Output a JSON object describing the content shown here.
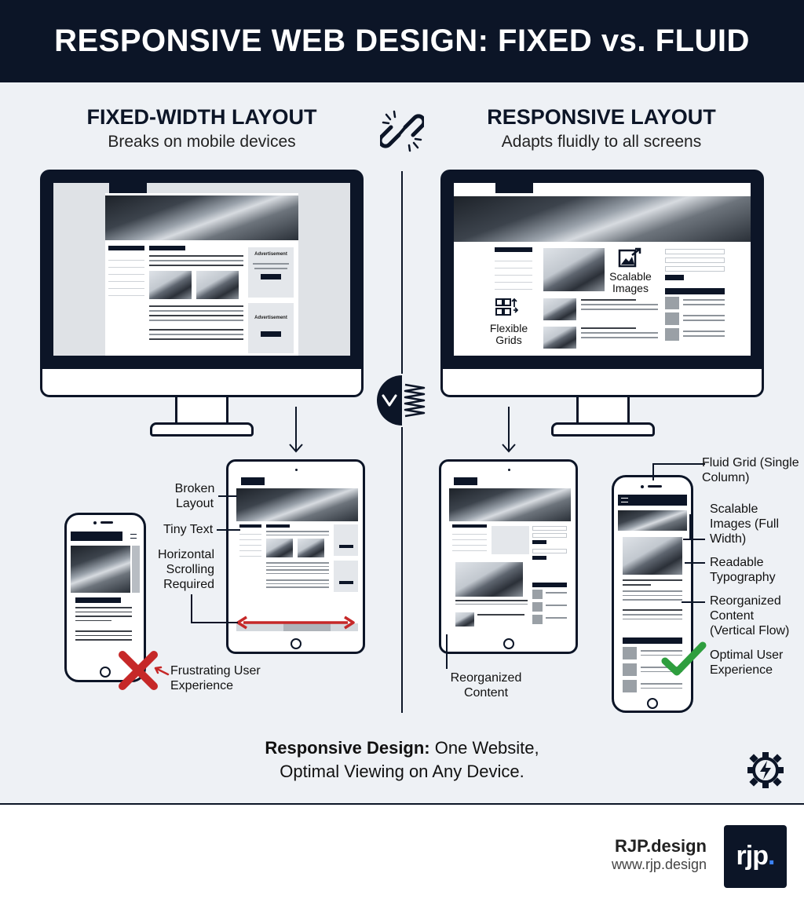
{
  "header": {
    "title": "RESPONSIVE WEB DESIGN: FIXED vs. FLUID"
  },
  "left": {
    "title": "FIXED-WIDTH LAYOUT",
    "subtitle": "Breaks on mobile devices",
    "ad1_title": "Advertisement",
    "ad2_title": "Advertisement",
    "annotations": {
      "broken_layout": "Broken Layout",
      "tiny_text": "Tiny Text",
      "horizontal_scrolling": "Horizontal Scrolling Required",
      "frustrating": "Frustrating User Experience"
    }
  },
  "right": {
    "title": "RESPONSIVE LAYOUT",
    "subtitle": "Adapts fluidly to all screens",
    "scalable_images": "Scalable Images",
    "flexible_grids": "Flexible Grids",
    "annotations": {
      "reorganized_content": "Reorganized Content",
      "fluid_grid": "Fluid Grid (Single Column)",
      "scalable_images_full": "Scalable Images (Full Width)",
      "readable_typography": "Readable Typography",
      "reorganized_vertical": "Reorganized Content (Vertical Flow)",
      "optimal_ux": "Optimal User Experience"
    }
  },
  "bottom": {
    "emphasis": "Responsive Design:",
    "line1_rest": " One Website,",
    "line2": "Optimal Viewing on Any Device."
  },
  "footer": {
    "brand": "RJP.design",
    "url": "www.rjp.design",
    "logo_text": "rjp",
    "logo_dot": "."
  },
  "colors": {
    "navy": "#0c1527",
    "red": "#c62828",
    "green": "#2e9e3e",
    "accent_blue": "#3b82f6"
  },
  "icons": [
    "broken-link-icon",
    "responsive-badge-icon",
    "scalable-image-icon",
    "flexible-grid-icon",
    "red-x-icon",
    "green-check-icon",
    "gear-bolt-icon"
  ]
}
